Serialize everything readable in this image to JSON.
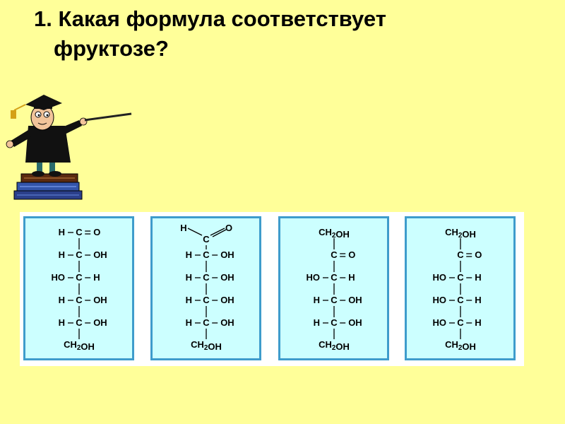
{
  "question": {
    "line1": "1. Какая формула соответствует",
    "line2": "фруктозе?"
  },
  "formulas": [
    {
      "rows": [
        "H – C = O",
        "H – C – OH",
        "HO – C – H",
        "H – C – OH",
        "H – C – OH",
        "CH2OH"
      ]
    },
    {
      "rows": [
        "H / C \\\\ O",
        "H – C – OH",
        "H – C – OH",
        "H – C – OH",
        "H – C – OH",
        "CH2OH"
      ]
    },
    {
      "rows": [
        "CH2OH",
        "C = O",
        "HO – C – H",
        "H – C – OH",
        "H – C – OH",
        "CH2OH"
      ]
    },
    {
      "rows": [
        "CH2OH",
        "C = O",
        "HO – C – H",
        "HO – C – H",
        "HO – C – H",
        "CH2OH"
      ]
    }
  ],
  "colors": {
    "background": "#ffff99",
    "card_fill": "#ccffff",
    "card_border": "#3e9ccc"
  },
  "icons": [
    "professor-with-pointer"
  ]
}
